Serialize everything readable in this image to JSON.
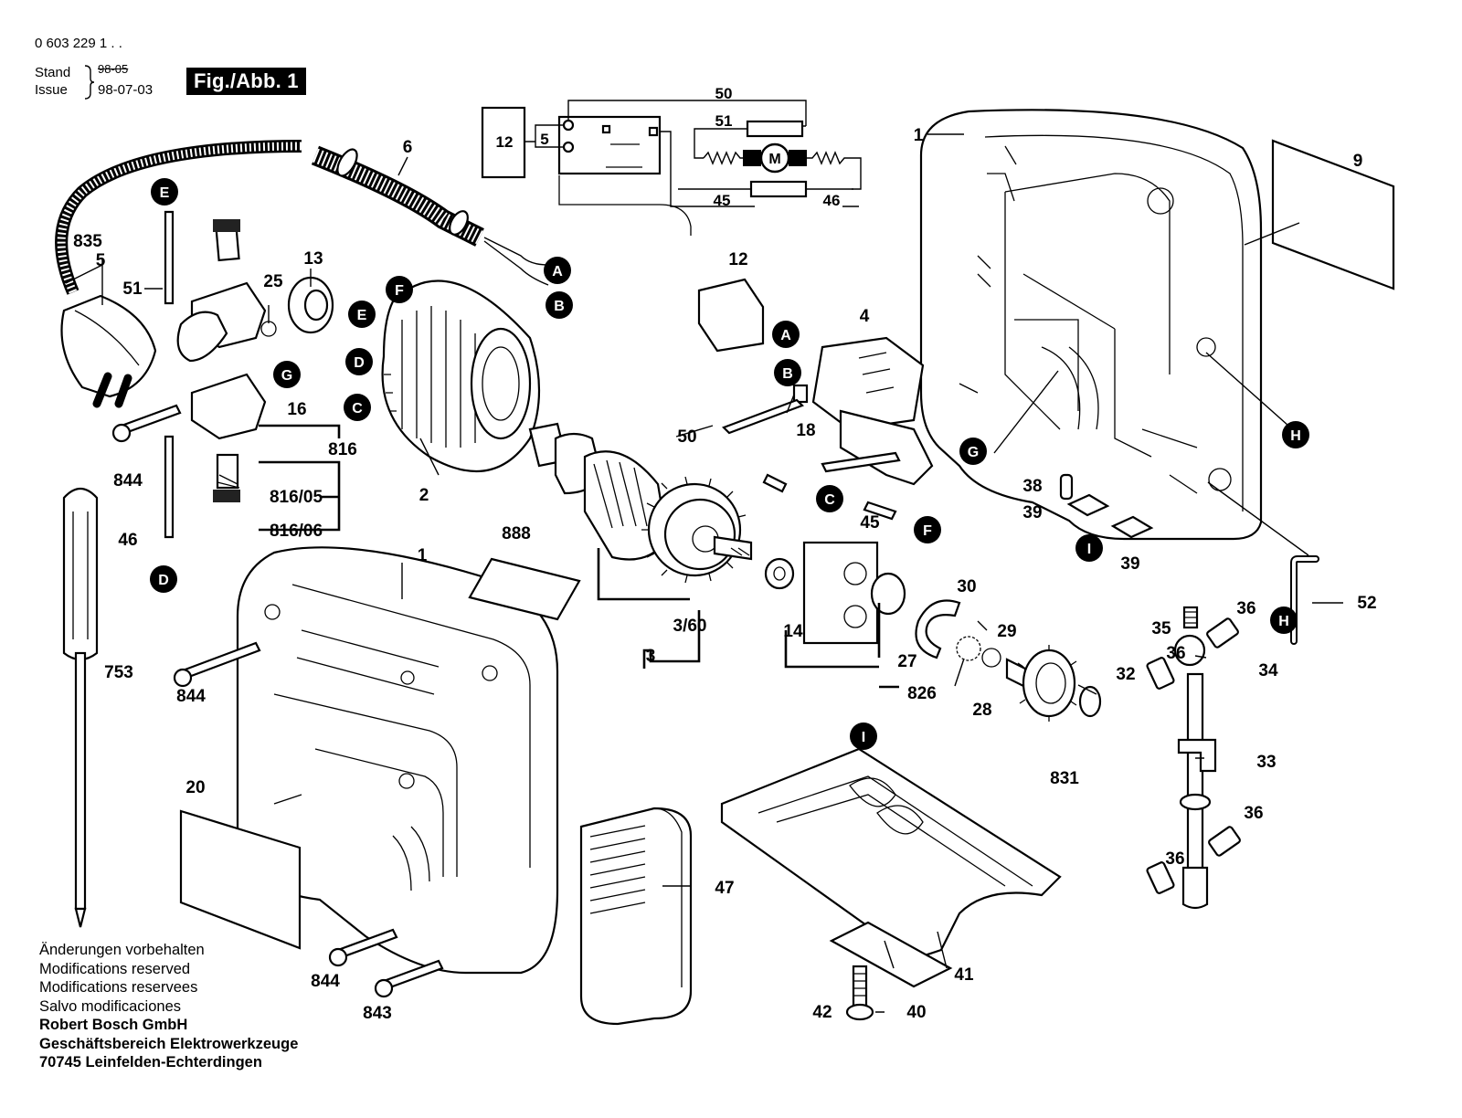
{
  "header": {
    "part_number": "0 603 229 1 . .",
    "stand_label": "Stand",
    "issue_label": "Issue",
    "stand_date_struck": "98-05",
    "issue_date": "98-07-03",
    "fig_label": "Fig./Abb. 1"
  },
  "footer": {
    "line1": "Änderungen vorbehalten",
    "line2": "Modifications reserved",
    "line3": "Modifications reservees",
    "line4": "Salvo modificaciones",
    "company": "Robert Bosch GmbH",
    "division": "Geschäftsbereich Elektrowerkzeuge",
    "address": "70745 Leinfelden-Echterdingen"
  },
  "wiring": {
    "labels": {
      "switch": "12",
      "contact": "5",
      "top": "50",
      "upper_resistor": "51",
      "lower_left": "45",
      "lower_right": "46",
      "motor": "M"
    }
  },
  "part_labels": [
    "1",
    "1",
    "9",
    "6",
    "835",
    "5",
    "51",
    "13",
    "25",
    "16",
    "816",
    "844",
    "2",
    "816/05",
    "816/06",
    "46",
    "12",
    "4",
    "50",
    "18",
    "45",
    "888",
    "3/60",
    "3",
    "14",
    "27",
    "30",
    "29",
    "826",
    "28",
    "831",
    "32",
    "35",
    "36",
    "36",
    "34",
    "33",
    "36",
    "36",
    "38",
    "39",
    "39",
    "52",
    "753",
    "844",
    "20",
    "844",
    "843",
    "47",
    "41",
    "42",
    "40"
  ],
  "callouts": [
    "E",
    "A",
    "B",
    "F",
    "E",
    "D",
    "C",
    "G",
    "D",
    "A",
    "B",
    "C",
    "F",
    "G",
    "H",
    "I",
    "H",
    "I"
  ]
}
